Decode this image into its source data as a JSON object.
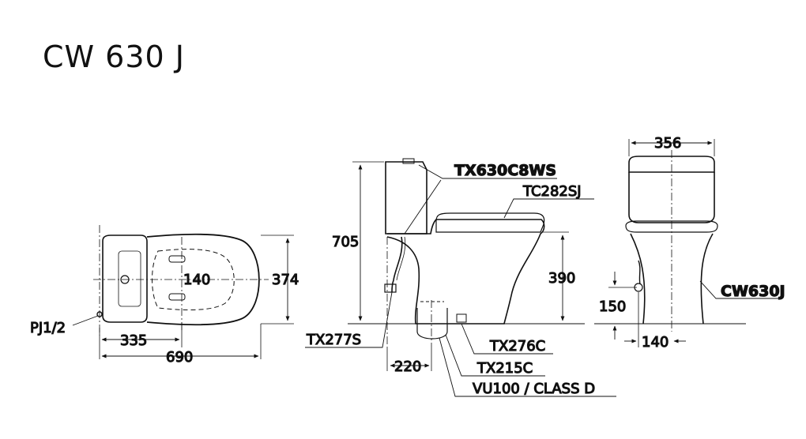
{
  "title": "CW 630 J",
  "plan_view": {
    "dim_width": "374",
    "dim_offset": "335",
    "dim_length": "690",
    "dim_bolt": "140",
    "supply_label": "PJ1/2"
  },
  "side_view": {
    "dim_height": "705",
    "dim_seat_height": "390",
    "dim_rough_in": "220",
    "label_fitting": "TX630C8WS",
    "label_seat": "TC282SJ",
    "label_supply": "TX277S",
    "label_flange": "TX276C",
    "label_outlet": "TX215C",
    "label_class": "VU100 / CLASS D"
  },
  "front_view": {
    "dim_width": "356",
    "dim_supply_height": "150",
    "dim_supply_offset": "140",
    "model_label": "CW630J"
  }
}
